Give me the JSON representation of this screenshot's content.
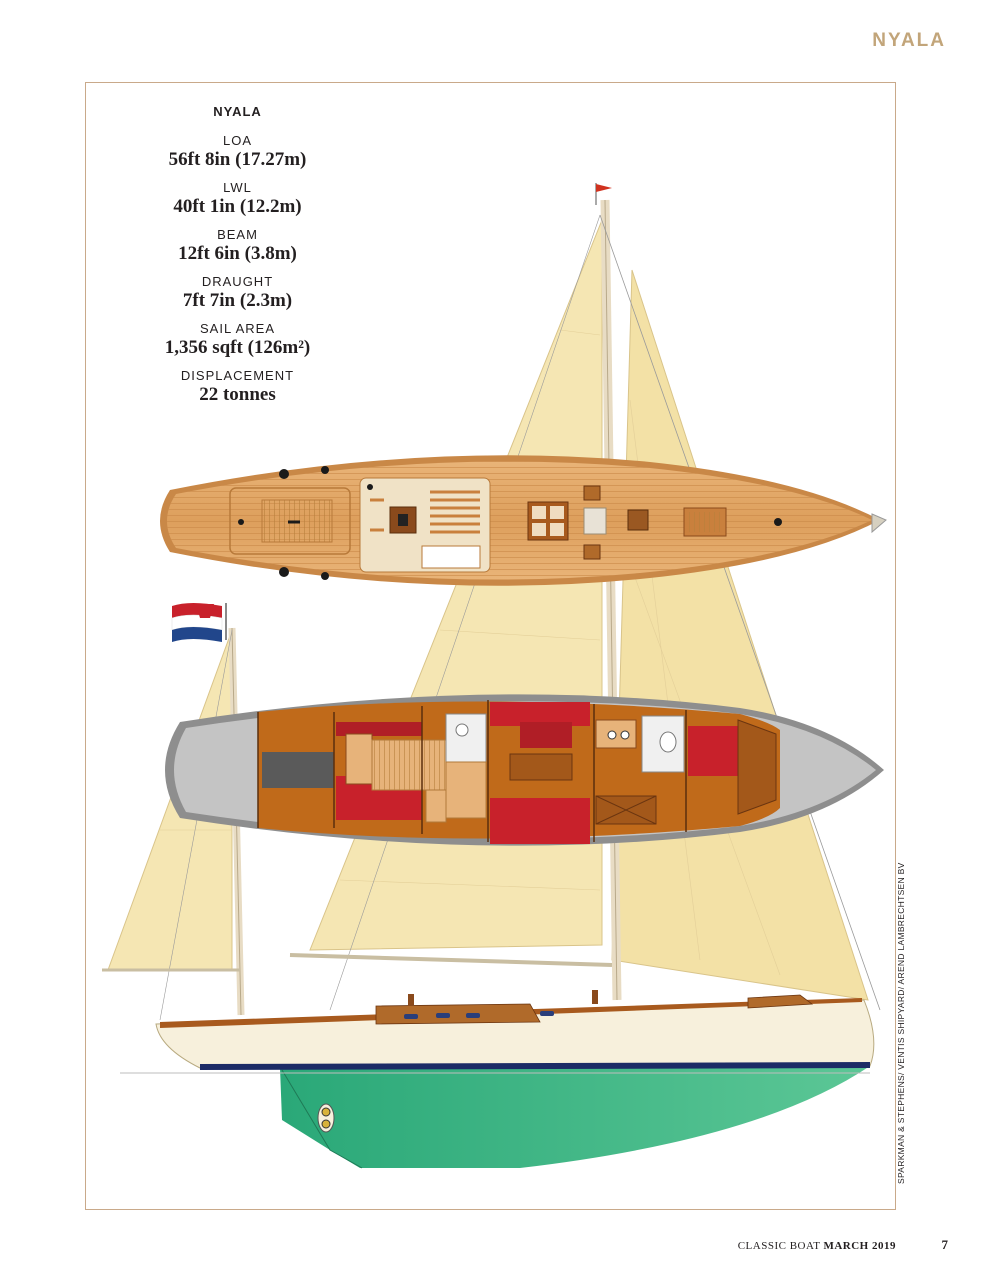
{
  "header": {
    "title": "NYALA"
  },
  "specs": {
    "name": "NYALA",
    "items": [
      {
        "label": "LOA",
        "value": "56ft 8in (17.27m)"
      },
      {
        "label": "LWL",
        "value": "40ft 1in (12.2m)"
      },
      {
        "label": "BEAM",
        "value": "12ft 6in (3.8m)"
      },
      {
        "label": "DRAUGHT",
        "value": "7ft 7in (2.3m)"
      },
      {
        "label": "SAIL AREA",
        "value": "1,356 sqft (126m²)"
      },
      {
        "label": "DISPLACEMENT",
        "value": "22 tonnes"
      }
    ]
  },
  "credit": "SPARKMAN & STEPHENS/ VENTIS SHIPYARD/ AREND LAMBRECHTSEN BV",
  "footer": {
    "magazine": "CLASSIC BOAT",
    "issue": "MARCH 2019",
    "page": "7"
  },
  "colors": {
    "accent": "#c2a57a",
    "sail": "#f5e6b3",
    "deck": "#dd9f5c",
    "hull_bottom": "#3fba86",
    "hull_top": "#f7f0dc",
    "cabin_red": "#c8212b"
  }
}
